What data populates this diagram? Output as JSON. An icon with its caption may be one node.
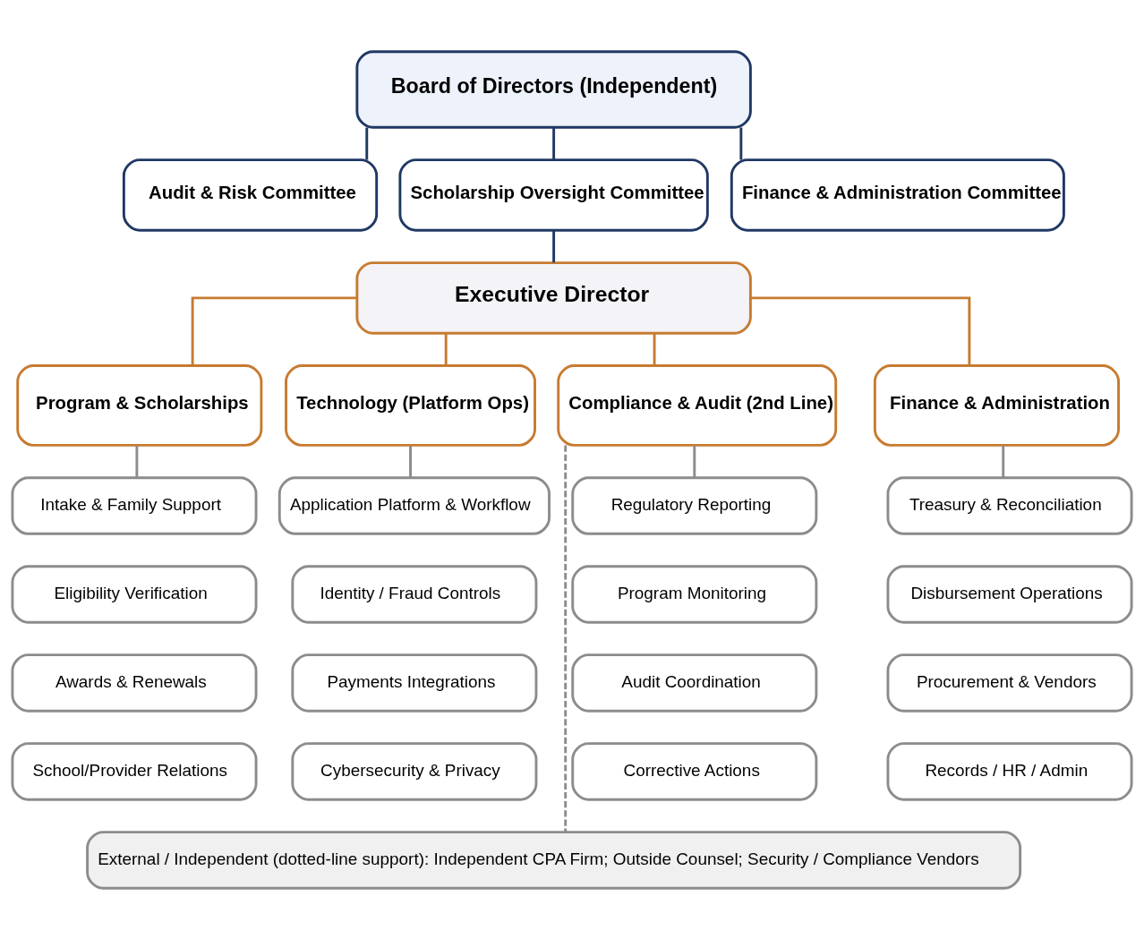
{
  "diagram": {
    "nodes": [
      {
        "text": [
          "Board of Directors (Independent)"
        ]
      },
      {
        "text": [
          "Audit & Risk Committee"
        ]
      },
      {
        "text": [
          "Scholarship Oversight Committee"
        ]
      },
      {
        "text": [
          "Finance & Administration Committee"
        ]
      },
      {
        "text": [
          "Executive Director"
        ]
      },
      {
        "text": [
          "Program & Scholarships"
        ]
      },
      {
        "text": [
          "Technology (Platform Ops)"
        ]
      },
      {
        "text": [
          "Compliance & Audit (2nd Line)"
        ]
      },
      {
        "text": [
          "Finance & Administration"
        ]
      },
      {
        "text": [
          "Intake & Family Support"
        ]
      },
      {
        "text": [
          "Eligibility Verification"
        ]
      },
      {
        "text": [
          "Awards & Renewals"
        ]
      },
      {
        "text": [
          "School/Provider Relations"
        ]
      },
      {
        "text": [
          "Application Platform & Workflow"
        ]
      },
      {
        "text": [
          "Identity / Fraud Controls"
        ]
      },
      {
        "text": [
          "Payments Integrations"
        ]
      },
      {
        "text": [
          "Cybersecurity & Privacy"
        ]
      },
      {
        "text": [
          "Regulatory Reporting"
        ]
      },
      {
        "text": [
          "Program Monitoring"
        ]
      },
      {
        "text": [
          "Audit Coordination"
        ]
      },
      {
        "text": [
          "Corrective Actions"
        ]
      },
      {
        "text": [
          "Treasury & Reconciliation"
        ]
      },
      {
        "text": [
          "Disbursement Operations"
        ]
      },
      {
        "text": [
          "Procurement & Vendors"
        ]
      },
      {
        "text": [
          "Records / HR / Admin"
        ]
      },
      {
        "text": [
          "External / Independent (dotted-line support): Independent CPA Firm; Outside Counsel; Security / Compliance Vendors"
        ]
      }
    ],
    "edges": [
      {
        "from": 0,
        "to": 1,
        "arrow": "none",
        "color": "#1f3864"
      },
      {
        "from": 0,
        "to": 2,
        "arrow": "none",
        "color": "#1f3864"
      },
      {
        "from": 0,
        "to": 3,
        "arrow": "none",
        "color": "#1f3864"
      },
      {
        "from": 2,
        "to": 4,
        "arrow": "none",
        "color": "#1f3864"
      },
      {
        "from": 4,
        "to": 5,
        "arrow": "none",
        "color": "#c77b30"
      },
      {
        "from": 4,
        "to": 6,
        "arrow": "none",
        "color": "#c77b30"
      },
      {
        "from": 4,
        "to": 7,
        "arrow": "none",
        "color": "#c77b30"
      },
      {
        "from": 4,
        "to": 8,
        "arrow": "none",
        "color": "#c77b30"
      },
      {
        "from": 5,
        "to": 9,
        "arrow": "none",
        "color": "#8c8c8c"
      },
      {
        "from": 6,
        "to": 13,
        "arrow": "none",
        "color": "#8c8c8c"
      },
      {
        "from": 7,
        "to": 17,
        "arrow": "none",
        "color": "#8c8c8c"
      },
      {
        "from": 8,
        "to": 21,
        "arrow": "none",
        "color": "#8c8c8c"
      },
      {
        "from": 7,
        "to": 25,
        "arrow": "none",
        "style": "dashed",
        "color": "#8c8c8c"
      }
    ]
  }
}
